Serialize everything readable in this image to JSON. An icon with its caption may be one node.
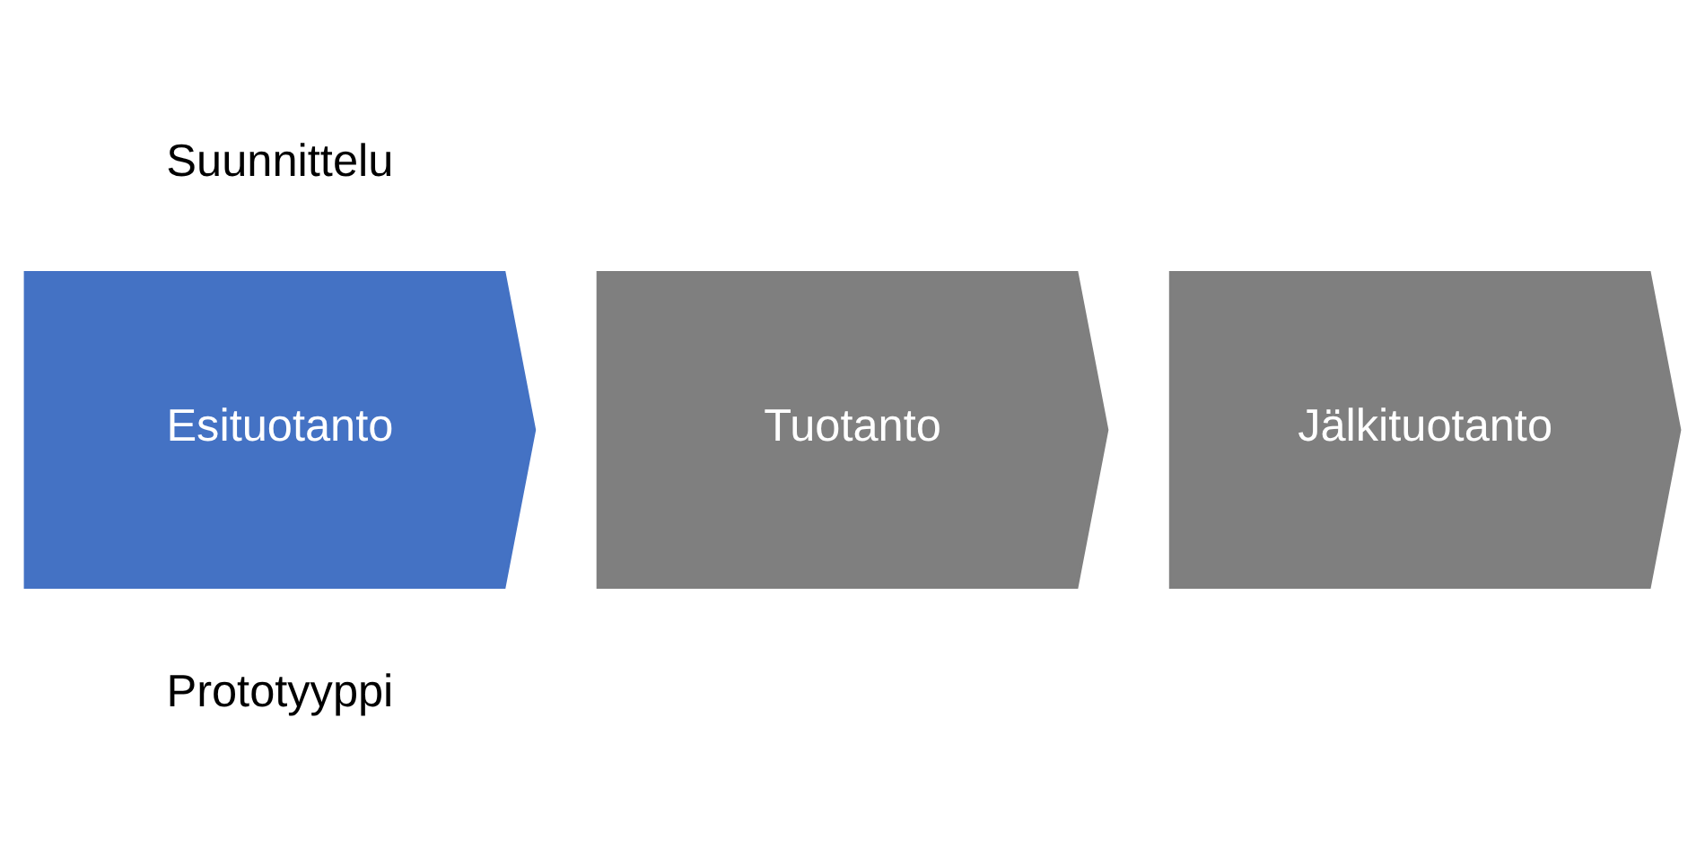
{
  "diagram": {
    "nodes": [
      {
        "text": [
          "Esituotanto"
        ],
        "beside": [
          "Suunnittelu",
          "Prototyyppi"
        ]
      },
      {
        "text": [
          "Tuotanto"
        ]
      },
      {
        "text": [
          "Jälkituotanto"
        ]
      }
    ],
    "edges": []
  }
}
